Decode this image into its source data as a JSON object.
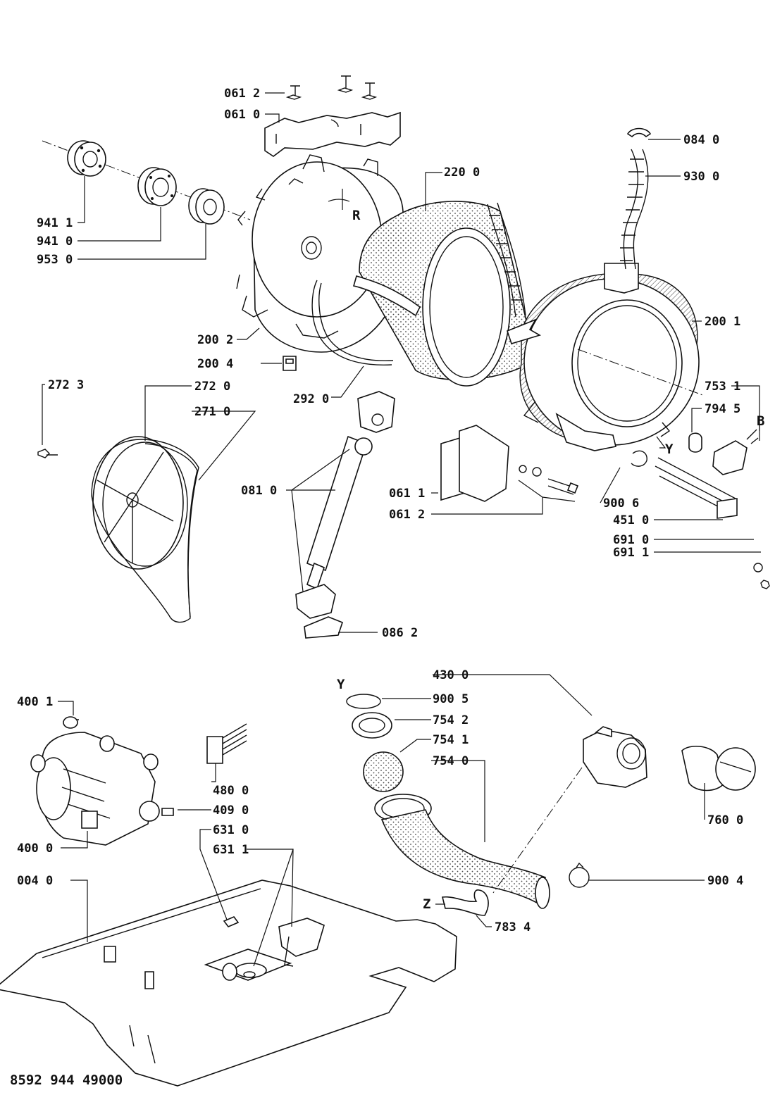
{
  "drawing_number": "8592 944 49000",
  "labels": [
    {
      "id": "l0612a",
      "text": "061 2"
    },
    {
      "id": "l0610",
      "text": "061 0"
    },
    {
      "id": "l0840",
      "text": "084 0"
    },
    {
      "id": "l9300",
      "text": "930 0"
    },
    {
      "id": "l2200",
      "text": "220 0"
    },
    {
      "id": "lR",
      "text": "R"
    },
    {
      "id": "l9411",
      "text": "941 1"
    },
    {
      "id": "l9410",
      "text": "941 0"
    },
    {
      "id": "l9530",
      "text": "953 0"
    },
    {
      "id": "l2002",
      "text": "200 2"
    },
    {
      "id": "l2001",
      "text": "200 1"
    },
    {
      "id": "l2004",
      "text": "200 4"
    },
    {
      "id": "l2723",
      "text": "272 3"
    },
    {
      "id": "l2720",
      "text": "272 0"
    },
    {
      "id": "l2710",
      "text": "271 0"
    },
    {
      "id": "l2920",
      "text": "292 0"
    },
    {
      "id": "l7531",
      "text": "753 1"
    },
    {
      "id": "l7945",
      "text": "794 5"
    },
    {
      "id": "lB",
      "text": "B"
    },
    {
      "id": "lY1",
      "text": "Y"
    },
    {
      "id": "l0810",
      "text": "081 0"
    },
    {
      "id": "l0611",
      "text": "061 1"
    },
    {
      "id": "l0612b",
      "text": "061 2"
    },
    {
      "id": "l9006",
      "text": "900 6"
    },
    {
      "id": "l4510",
      "text": "451 0"
    },
    {
      "id": "l6910",
      "text": "691 0"
    },
    {
      "id": "l6911",
      "text": "691 1"
    },
    {
      "id": "l0862",
      "text": "086 2"
    },
    {
      "id": "l4300",
      "text": "430 0"
    },
    {
      "id": "lY2",
      "text": "Y"
    },
    {
      "id": "l9005",
      "text": "900 5"
    },
    {
      "id": "l4001",
      "text": "400 1"
    },
    {
      "id": "l7542",
      "text": "754 2"
    },
    {
      "id": "l7541",
      "text": "754 1"
    },
    {
      "id": "l7540",
      "text": "754 0"
    },
    {
      "id": "l4800",
      "text": "480 0"
    },
    {
      "id": "l4090",
      "text": "409 0"
    },
    {
      "id": "l7600",
      "text": "760 0"
    },
    {
      "id": "l4000",
      "text": "400 0"
    },
    {
      "id": "l6310",
      "text": "631 0"
    },
    {
      "id": "l6311",
      "text": "631 1"
    },
    {
      "id": "l0040",
      "text": "004 0"
    },
    {
      "id": "l9004",
      "text": "900 4"
    },
    {
      "id": "lZ",
      "text": "Z"
    },
    {
      "id": "l7834",
      "text": "783 4"
    }
  ]
}
